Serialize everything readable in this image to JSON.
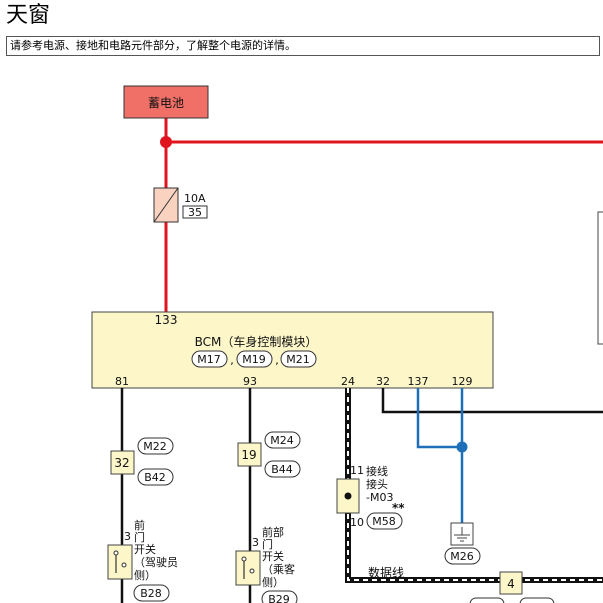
{
  "page": {
    "title": "天窗",
    "note": "请参考电源、接地和电路元件部分，了解整个电源的详情。"
  },
  "battery": {
    "label": "蓄电池"
  },
  "fuse": {
    "rating": "10A",
    "number": "35"
  },
  "bcm": {
    "pin_in": "133",
    "label": "BCM（车身控制模块）",
    "connectors": [
      "M17",
      "M19",
      "M21"
    ],
    "pins": [
      "81",
      "93",
      "24",
      "32",
      "137",
      "129"
    ]
  },
  "circuits": {
    "driver_switch": {
      "pin": "32",
      "conn_top": "M22",
      "conn_bottom": "B42",
      "switch_pin": "3",
      "label": [
        "前",
        "门",
        "开关",
        "（驾驶员",
        "侧）"
      ],
      "switch_conn": "B28"
    },
    "passenger_switch": {
      "pin": "19",
      "conn_top": "M24",
      "conn_bottom": "B44",
      "switch_pin": "3",
      "label": [
        "前部",
        "门",
        "开关",
        "（乘客",
        "侧）"
      ],
      "switch_conn": "B29"
    },
    "splice": {
      "pin_top": "11",
      "pin_bottom": "10",
      "label": [
        "接线",
        "接头",
        "-M03"
      ],
      "mark": "**",
      "conn": "M58"
    },
    "ground": {
      "conn": "M26"
    },
    "data_line": {
      "label": "数据线",
      "pin": "4"
    }
  },
  "colors": {
    "power_wire": "#e0141e",
    "signal_wire_blue": "#1f6fb8",
    "wire_black": "#111111",
    "battery_fill": "#f07068",
    "bcm_fill": "#fdf6c9",
    "connector_fill": "#fdf6c9",
    "fuse_fill": "#f9d2c0"
  }
}
